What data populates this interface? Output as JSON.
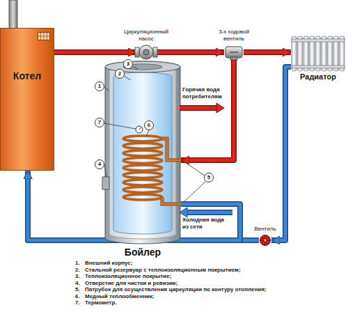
{
  "diagram": {
    "nodes": [
      {
        "text": [
          "Котел"
        ]
      },
      {
        "text": [
          "Циркуляционный насос"
        ]
      },
      {
        "text": [
          "3-х ходовой вентиль"
        ]
      },
      {
        "text": [
          "Радиатор"
        ]
      },
      {
        "text": [
          "Бойлер"
        ]
      },
      {
        "text": [
          "Вентиль"
        ]
      }
    ],
    "edges": [
      {
        "from": 0,
        "to": 1,
        "arrow": "to"
      },
      {
        "from": 1,
        "to": 2,
        "arrow": "to"
      },
      {
        "from": 2,
        "to": 3,
        "arrow": "to"
      },
      {
        "from": 2,
        "to": 4,
        "arrow": "to"
      },
      {
        "from": 3,
        "to": 5,
        "arrow": "to"
      },
      {
        "from": 5,
        "to": 0,
        "arrow": "to"
      },
      {
        "from": 4,
        "to": 0,
        "arrow": "to"
      }
    ],
    "labels": [
      "Горячая вода потребителям",
      "Холодная вода из сети",
      "3",
      "2",
      "1",
      "7",
      "6",
      "4",
      "5",
      "1.",
      "Внешний корпус;",
      "2.",
      "Стальной резервуар с теплоизоляционным покрытием;",
      "3.",
      "Теплоизоляционное покрытие;",
      "4.",
      "Отверстие для чистки и ревизии;",
      "5.",
      "Патрубок для осуществления циркуляции по контуру отопления;",
      "6.",
      "Медный теплообменник;",
      "7.",
      "Термометр."
    ]
  }
}
